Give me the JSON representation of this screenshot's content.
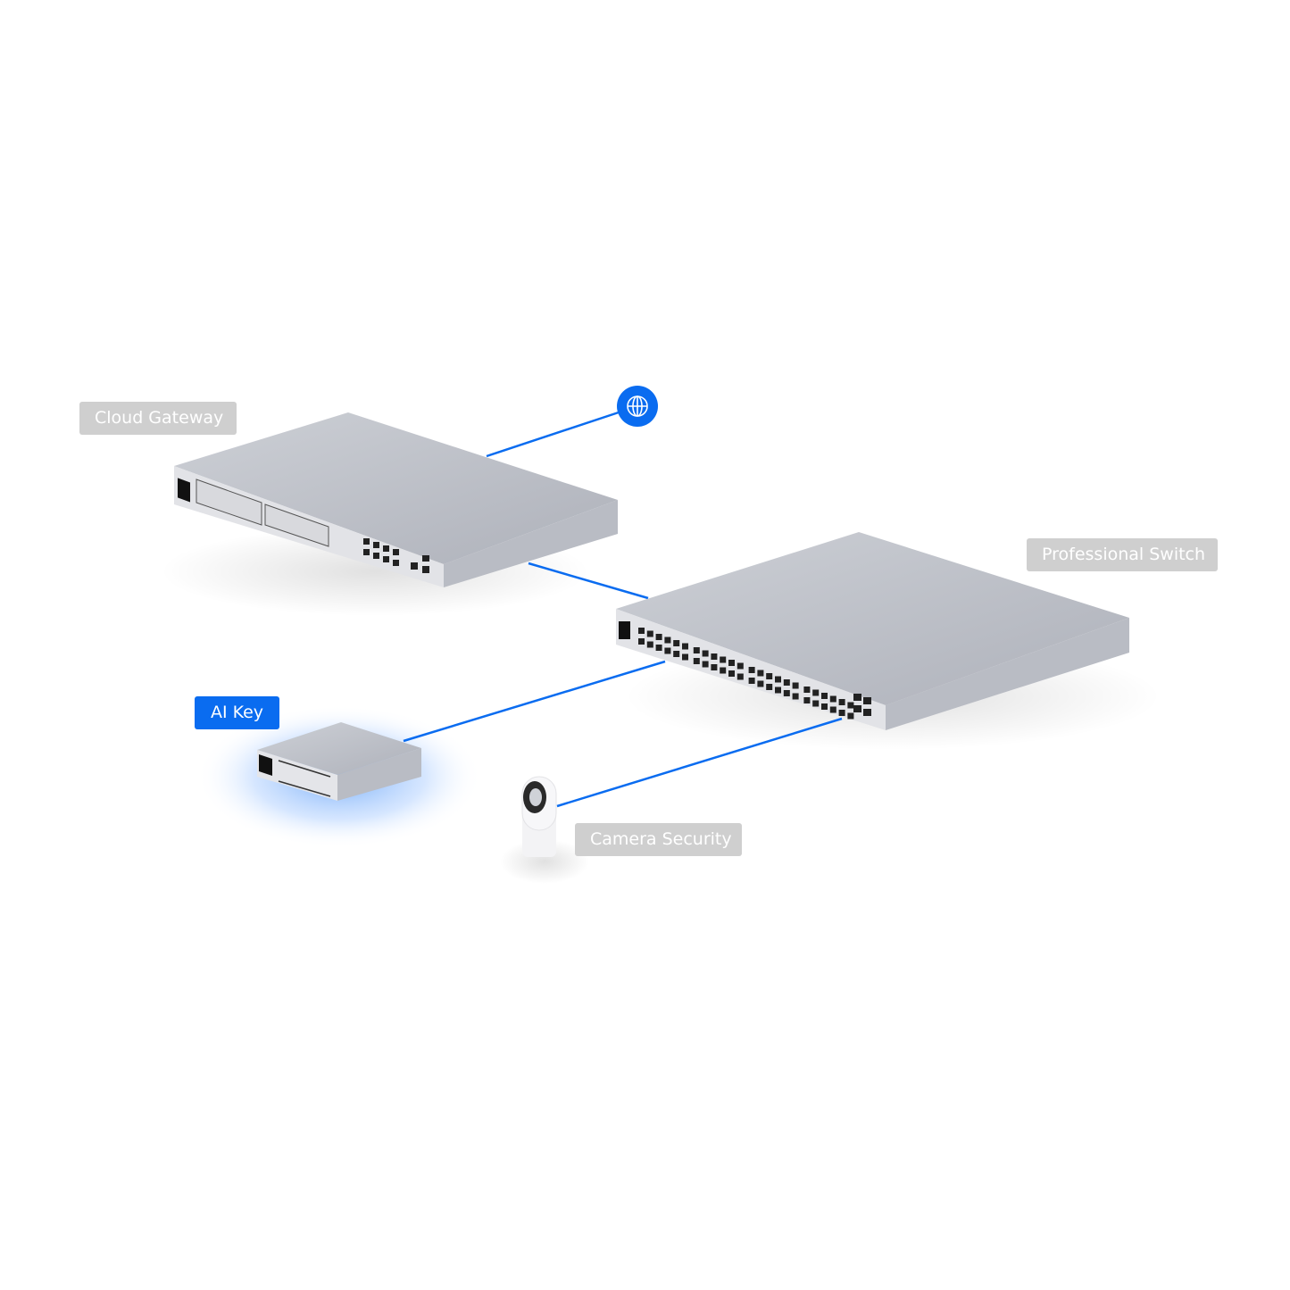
{
  "nodes": {
    "internet": {
      "icon": "globe-icon"
    },
    "cloud_gateway": {
      "label": "Cloud Gateway"
    },
    "professional_switch": {
      "label": "Professional Switch"
    },
    "ai_key": {
      "label": "AI Key",
      "selected": true
    },
    "camera_security": {
      "label": "Camera Security"
    }
  },
  "links": [
    [
      "internet",
      "cloud_gateway"
    ],
    [
      "cloud_gateway",
      "professional_switch"
    ],
    [
      "professional_switch",
      "ai_key"
    ],
    [
      "professional_switch",
      "camera_security"
    ]
  ],
  "colors": {
    "accent": "#0a6cf0",
    "label_bg": "#cfcfcf",
    "device": "#c4c7cf"
  }
}
